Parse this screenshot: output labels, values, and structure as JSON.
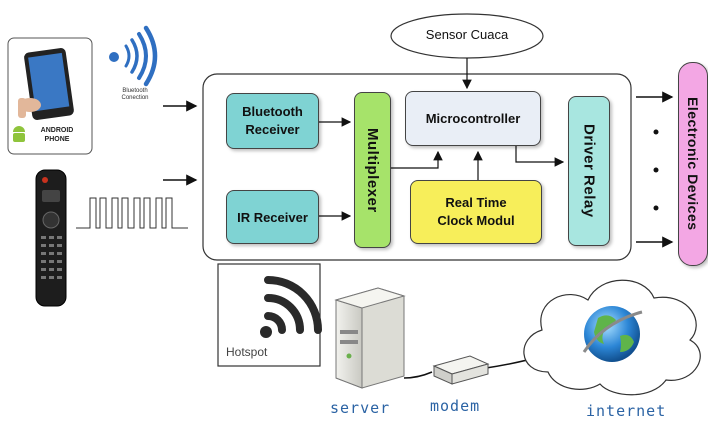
{
  "sensor": {
    "label": "Sensor Cuaca"
  },
  "phone": {
    "label_line1": "ANDROID",
    "label_line2": "PHONE"
  },
  "bluetooth_signal": {
    "label_line1": "Bluetooth",
    "label_line2": "Conection"
  },
  "blocks": {
    "bluetooth_receiver": {
      "line1": "Bluetooth",
      "line2": "Receiver"
    },
    "ir_receiver": {
      "label": "IR Receiver"
    },
    "multiplexer": {
      "label": "Multiplexer"
    },
    "microcontroller": {
      "label": "Microcontroller"
    },
    "rtc": {
      "line1": "Real Time",
      "line2": "Clock Modul"
    },
    "driver_relay": {
      "label": "Driver Relay"
    },
    "electronic_devices": {
      "label": "Electronic Devices"
    }
  },
  "network": {
    "hotspot": "Hotspot",
    "server": "server",
    "modem": "modem",
    "internet": "internet"
  },
  "colors": {
    "teal": "#7fd3d3",
    "green": "#a6e36a",
    "yellow": "#f7ee5a",
    "pink": "#f3a7e4",
    "label_blue": "#2b63a4"
  }
}
